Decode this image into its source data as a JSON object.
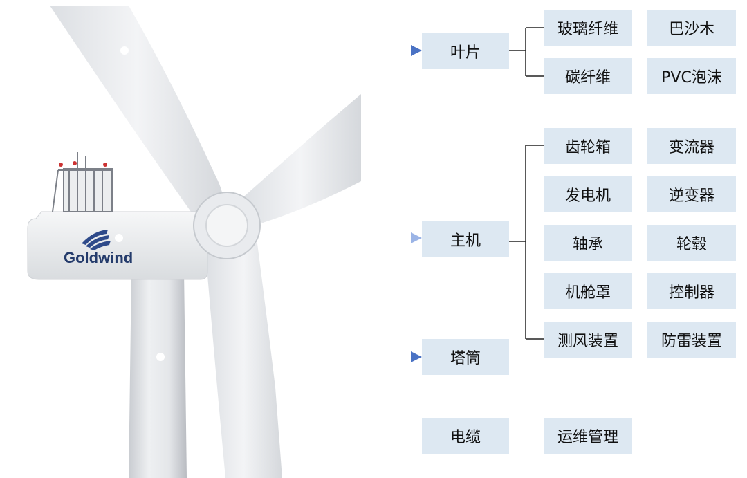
{
  "brand": "Goldwind",
  "nodes": {
    "blade": "叶片",
    "main_unit": "主机",
    "tower": "塔筒",
    "cable": "电缆",
    "om": "运维管理"
  },
  "blade_materials": [
    "玻璃纤维",
    "巴沙木",
    "碳纤维",
    "PVC泡沫"
  ],
  "main_unit_parts": [
    "齿轮箱",
    "变流器",
    "发电机",
    "逆变器",
    "轴承",
    "轮毂",
    "机舱罩",
    "控制器",
    "测风装置",
    "防雷装置"
  ],
  "colors": {
    "box": "#dde8f2",
    "arrow": "#4a72c4",
    "connector": "#222222"
  }
}
